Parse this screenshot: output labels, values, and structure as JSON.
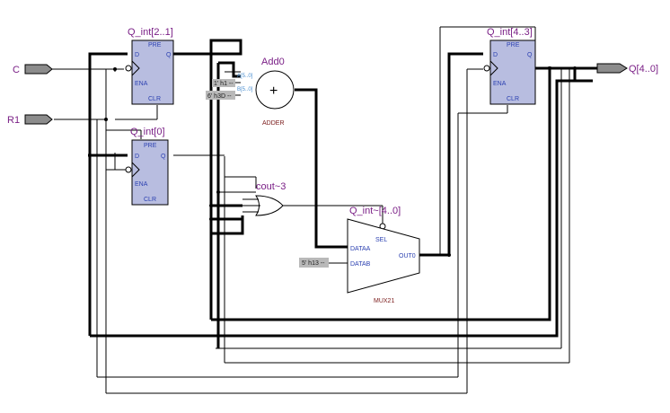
{
  "colors": {
    "register_fill": "#b8bde0",
    "label_purple": "#7a1f86",
    "pin_label_blue": "#2a3fb0",
    "constant_gray": "#b9b9b9",
    "port_gray": "#8c8c8c"
  },
  "inputs": {
    "clock": "C",
    "reset": "R1"
  },
  "output": {
    "name": "Q[4..0]"
  },
  "registers": {
    "q21": {
      "name": "Q_int[2..1]",
      "pre": "PRE",
      "d": "D",
      "q": "Q",
      "ena": "ENA",
      "clr": "CLR"
    },
    "q0": {
      "name": "Q_int[0]",
      "pre": "PRE",
      "d": "D",
      "q": "Q",
      "ena": "ENA",
      "clr": "CLR"
    },
    "q43": {
      "name": "Q_int[4..3]",
      "pre": "PRE",
      "d": "D",
      "q": "Q",
      "ena": "ENA",
      "clr": "CLR"
    }
  },
  "adder": {
    "name": "Add0",
    "symbol": "+",
    "type_label": "ADDER",
    "pin_a": "A[5..0]",
    "pin_b": "B[5..0]",
    "const_a": "1' h1 --",
    "const_b": "6' h3D --"
  },
  "or_gate": {
    "name": "cout~3"
  },
  "mux": {
    "name": "Q_int~[4..0]",
    "sel": "SEL",
    "dataa": "DATAA",
    "datab": "DATAB",
    "out": "OUT0",
    "type_label": "MUX21",
    "const_b": "5' h13 --"
  }
}
